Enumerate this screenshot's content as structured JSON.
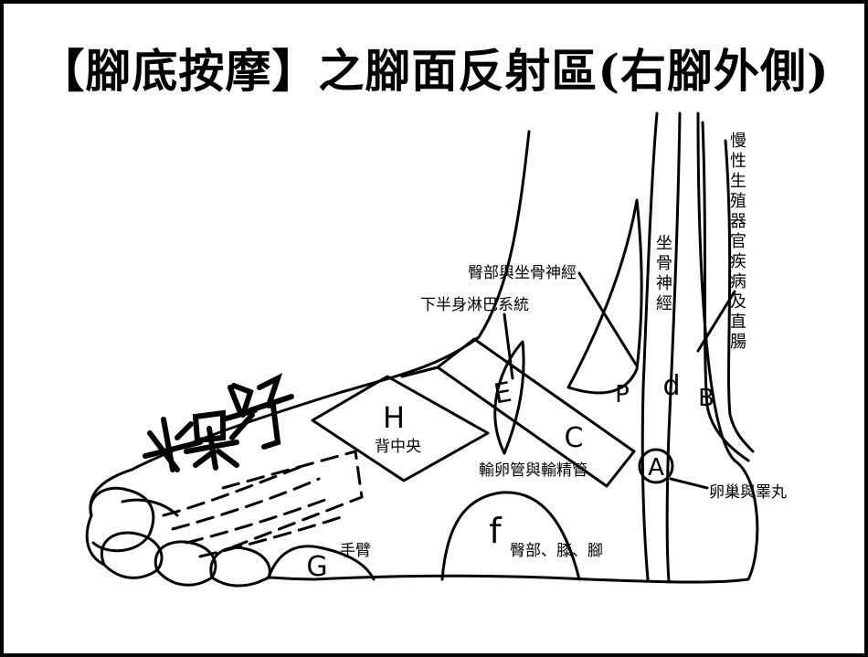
{
  "title": "【腳底按摩】之腳面反射區(右腳外側)",
  "handwritten_note": "半呆仔",
  "letters": {
    "A": "A",
    "B": "B",
    "C": "C",
    "d": "d",
    "E": "E",
    "f": "f",
    "G": "G",
    "H": "H",
    "P": "P"
  },
  "labels": {
    "chronic_reproductive": [
      "慢",
      "性",
      "生",
      "殖",
      "器",
      "官",
      "疾",
      "病",
      "及",
      "直",
      "腸"
    ],
    "sciatic_nerve": [
      "坐",
      "骨",
      "神",
      "經"
    ],
    "buttock_sciatic": "臀部與坐骨神經",
    "lower_lymph": "下半身淋巴系統",
    "mid_back": "背中央",
    "vas_deferens": "輸卵管與輸精管",
    "ovary_testes": "卵巢與睪丸",
    "arm": "手臂",
    "buttock_knee_foot": "臀部、膝、腳"
  },
  "colors": {
    "ink": "#000000",
    "paper": "#ffffff",
    "border": "#000000"
  }
}
